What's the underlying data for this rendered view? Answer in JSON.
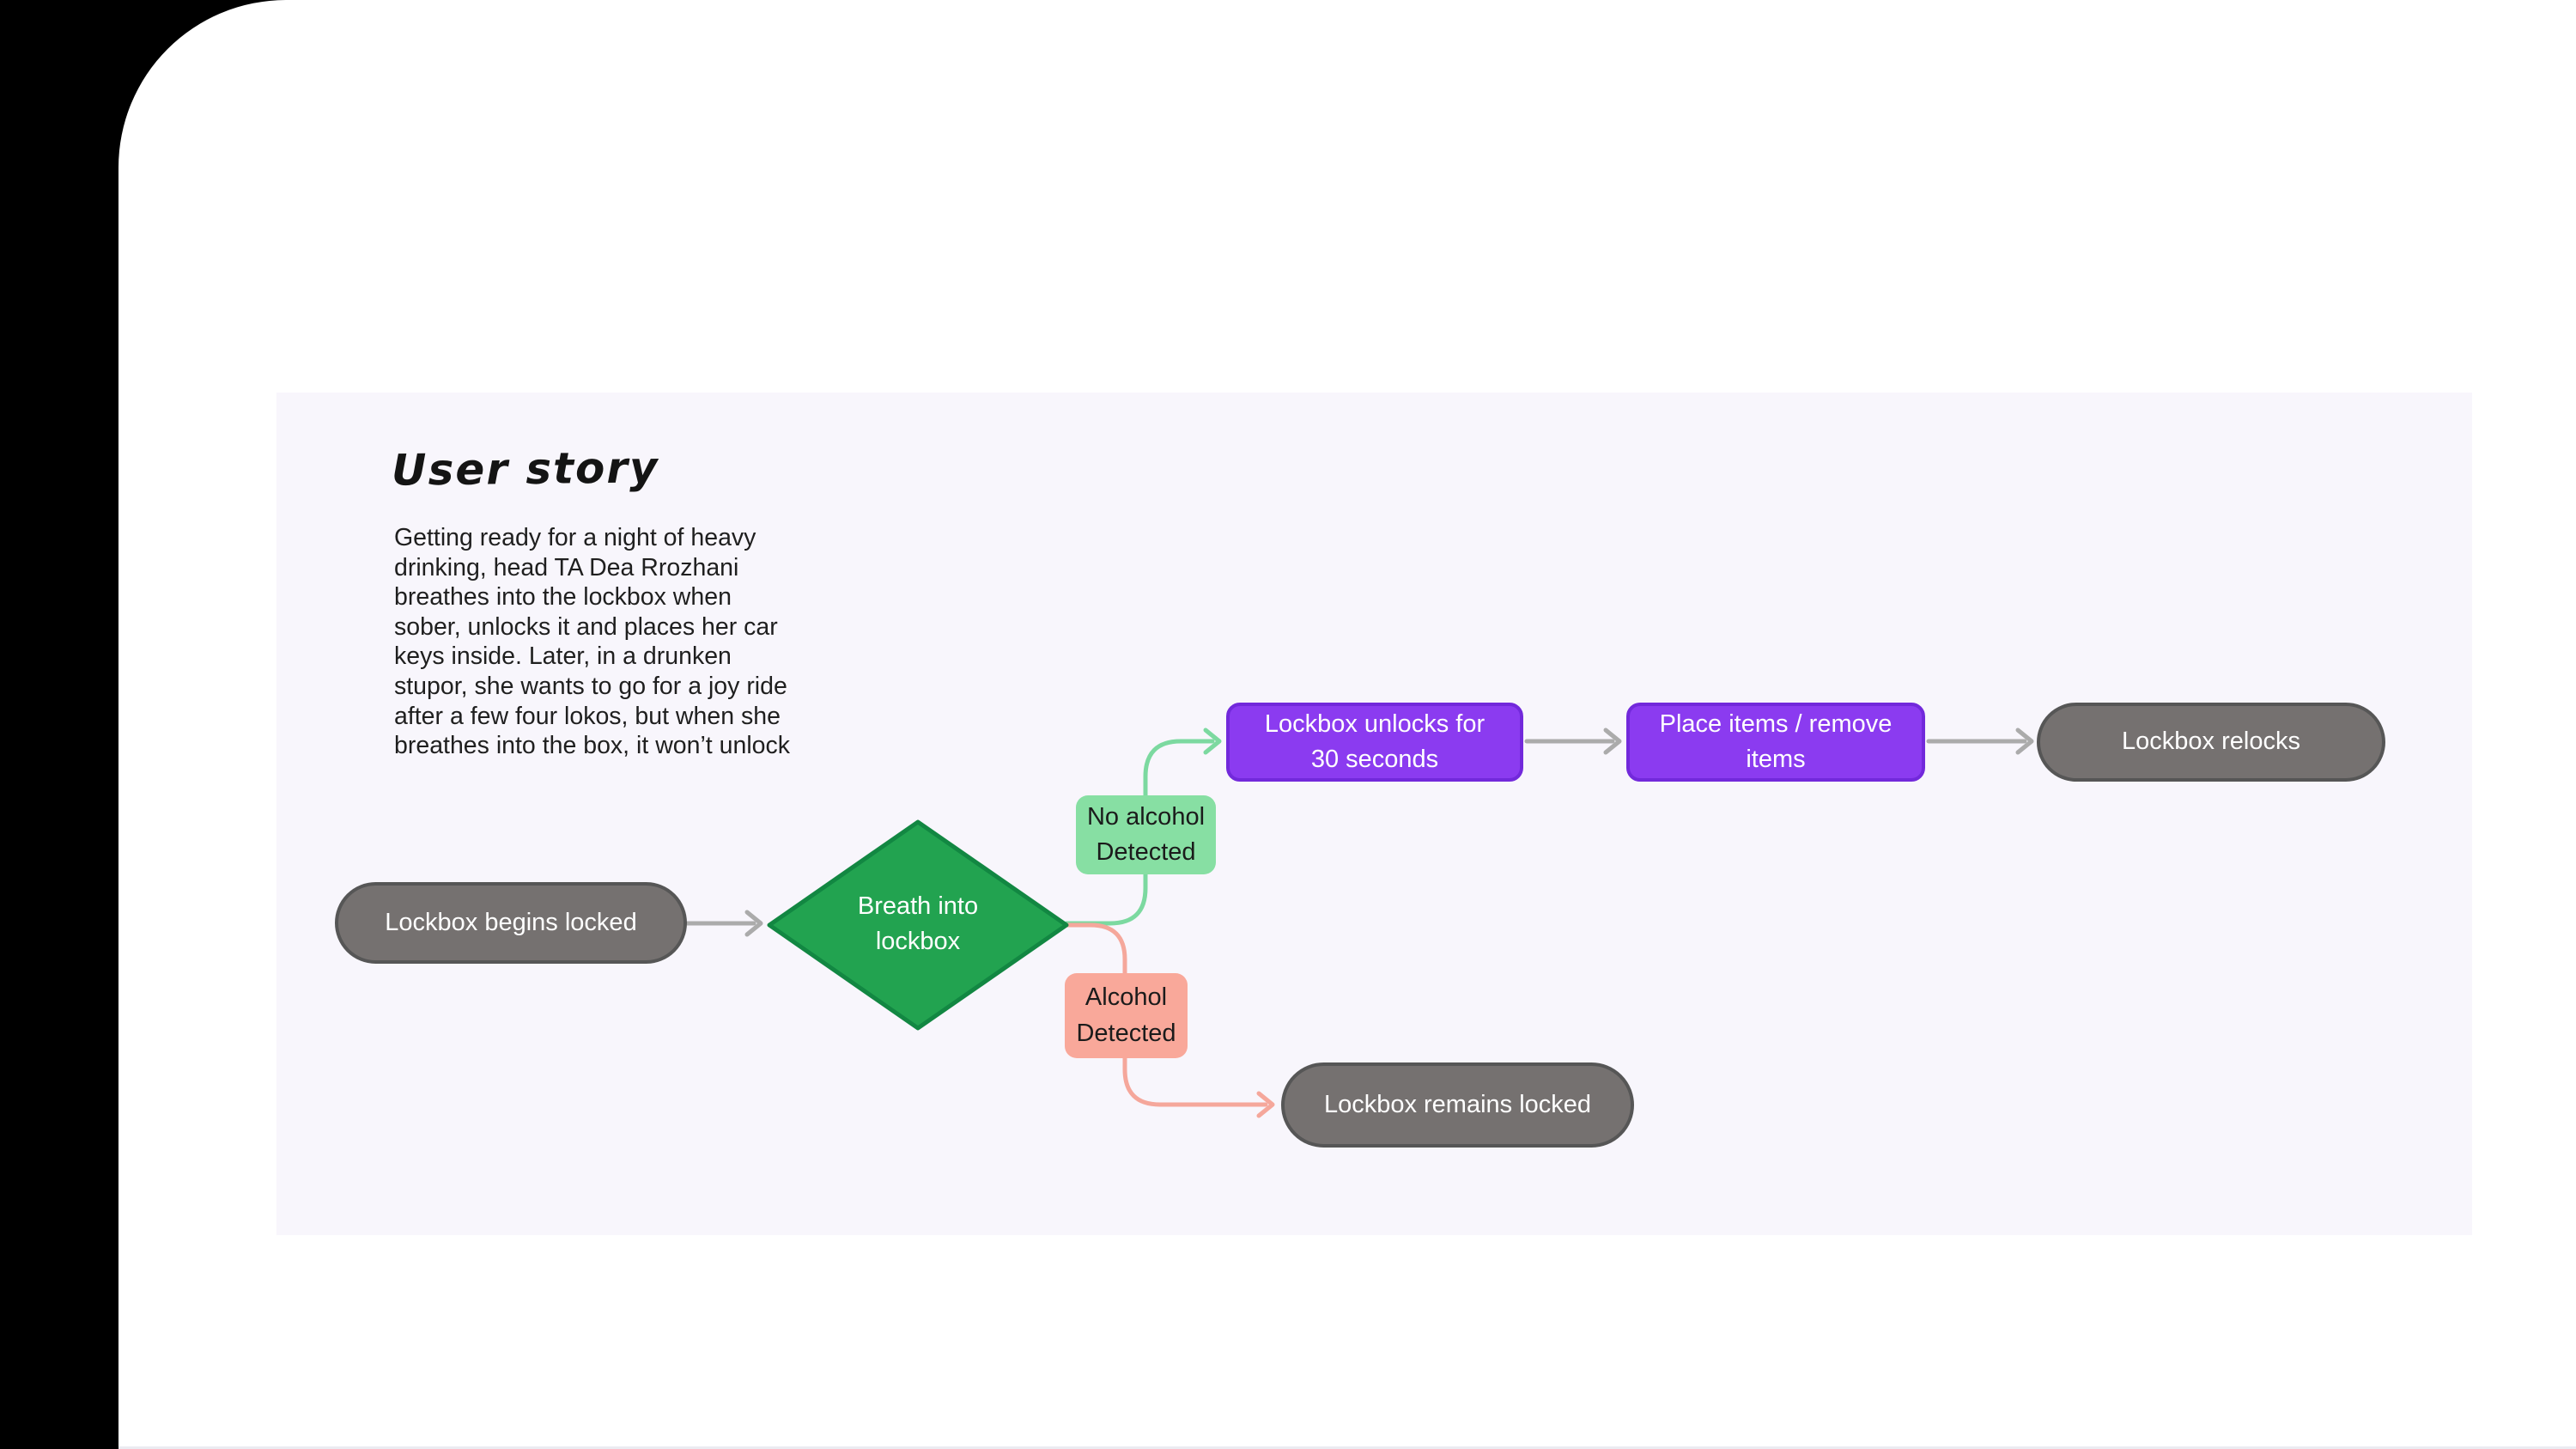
{
  "palette": {
    "page_bg": "#000000",
    "sheet_bg": "#ffffff",
    "canvas_bg": "#f8f6fc",
    "gray_node_fill": "#757170",
    "gray_node_border": "#565656",
    "purple_node_fill": "#8b3bf0",
    "purple_node_border": "#7229db",
    "green_diamond_fill": "#22a350",
    "green_diamond_border": "#128742",
    "green_label_bg": "#87dfa3",
    "pink_label_bg": "#f9a89a",
    "gray_edge": "#ababab",
    "green_edge": "#7cd9a0",
    "pink_edge": "#f5a79b",
    "node_text": "#ffffff",
    "label_text": "#1b1b1b",
    "story_text": "#1f1f1f"
  },
  "story": {
    "title": "User story",
    "body": "Getting ready for a night of heavy\ndrinking, head TA Dea Rrozhani\nbreathes into the lockbox when\nsober, unlocks it and places her car\nkeys inside. Later, in a drunken\nstupor, she wants to go for a joy ride\nafter a few four lokos, but when she\nbreathes into the box, it won’t unlock"
  },
  "nodes": {
    "begin": {
      "shape": "terminator",
      "label": "Lockbox begins locked"
    },
    "decision": {
      "shape": "decision",
      "line1": "Breath into",
      "line2": "lockbox"
    },
    "no_alcohol": {
      "shape": "edge-label",
      "line1": "No alcohol",
      "line2": "Detected"
    },
    "alcohol": {
      "shape": "edge-label",
      "line1": "Alcohol",
      "line2": "Detected"
    },
    "unlocks": {
      "shape": "process",
      "line1": "Lockbox unlocks for",
      "line2": "30 seconds"
    },
    "place": {
      "shape": "process",
      "line1": "Place items / remove",
      "line2": "items"
    },
    "relocks": {
      "shape": "terminator",
      "label": "Lockbox relocks"
    },
    "remains": {
      "shape": "terminator",
      "label": "Lockbox remains locked"
    }
  },
  "edges": [
    {
      "from": "begin",
      "to": "decision",
      "color": "gray"
    },
    {
      "from": "decision",
      "to": "unlocks",
      "color": "green",
      "via_label": "no_alcohol"
    },
    {
      "from": "decision",
      "to": "remains",
      "color": "pink",
      "via_label": "alcohol"
    },
    {
      "from": "unlocks",
      "to": "place",
      "color": "gray"
    },
    {
      "from": "place",
      "to": "relocks",
      "color": "gray"
    }
  ]
}
